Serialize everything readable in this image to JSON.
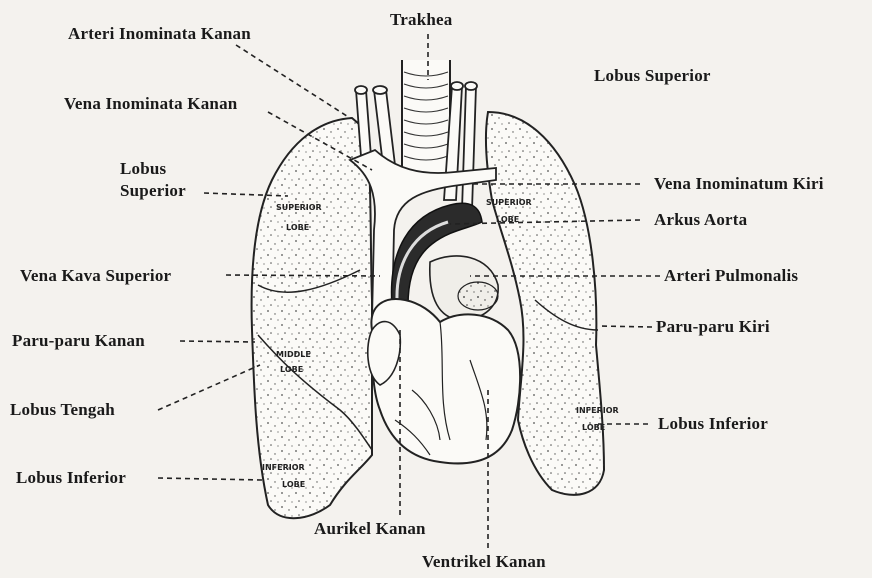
{
  "labels": {
    "trakhea": "Trakhea",
    "arteri_inominata_kanan": "Arteri Inominata Kanan",
    "vena_inominata_kanan": "Vena Inominata Kanan",
    "lobus_superior_right_side": "Lobus Superior",
    "lobus_superior_left_side_line1": "Lobus",
    "lobus_superior_left_side_line2": "Superior",
    "vena_inominatum_kiri": "Vena Inominatum Kiri",
    "arkus_aorta": "Arkus Aorta",
    "vena_kava_superior": "Vena Kava Superior",
    "arteri_pulmonalis": "Arteri Pulmonalis",
    "paru_paru_kanan": "Paru-paru Kanan",
    "paru_paru_kiri": "Paru-paru Kiri",
    "lobus_tengah": "Lobus Tengah",
    "lobus_inferior_right_side": "Lobus Inferior",
    "lobus_inferior_left_side": "Lobus Inferior",
    "aurikel_kanan": "Aurikel Kanan",
    "ventrikel_kanan": "Ventrikel Kanan"
  },
  "lobe_labels": {
    "right_superior_1": "SUPERIOR",
    "right_superior_2": "LOBE",
    "left_superior_1": "SUPERIOR",
    "left_superior_2": "LOBE",
    "middle_1": "MIDDLE",
    "middle_2": "LOBE",
    "right_inferior_1": "INFERIOR",
    "right_inferior_2": "LOBE",
    "left_inferior_1": "INFERIOR",
    "left_inferior_2": "LOBE"
  },
  "colors": {
    "ink": "#1a1a1a",
    "paper": "#f4f2ee"
  }
}
